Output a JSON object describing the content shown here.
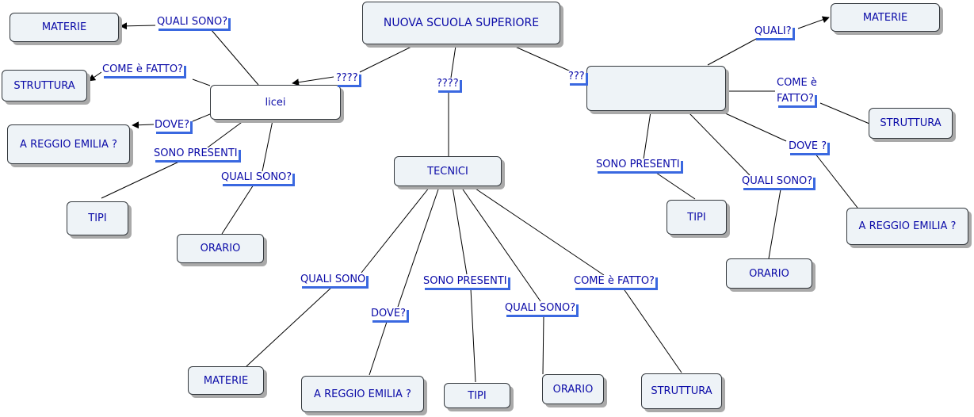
{
  "nodes": {
    "root": "NUOVA SCUOLA SUPERIORE",
    "licei": "licei",
    "tecnici": "TECNICI",
    "third": "",
    "materie_left": "MATERIE",
    "struttura_left": "STRUTTURA",
    "reggio_left": "A REGGIO EMILIA ?",
    "tipi_left": "TIPI",
    "orario_left": "ORARIO",
    "materie_mid": "MATERIE",
    "reggio_mid": "A REGGIO EMILIA ?",
    "tipi_mid": "TIPI",
    "orario_mid": "ORARIO",
    "struttura_mid": "STRUTTURA",
    "materie_right": "MATERIE",
    "struttura_right": "STRUTTURA",
    "tipi_right": "TIPI",
    "reggio_right": "A REGGIO EMILIA ?",
    "orario_right": "ORARIO"
  },
  "links": {
    "root_licei": "????",
    "root_tecnici": "????",
    "root_third": "???",
    "licei_materie": "QUALI SONO?",
    "licei_struttura": "COME è FATTO?",
    "licei_dove": "DOVE?",
    "licei_tipi": "SONO PRESENTI",
    "licei_orario": "QUALI SONO?",
    "tec_materie": "QUALI SONO",
    "tec_dove": "DOVE?",
    "tec_tipi": "SONO PRESENTI",
    "tec_orario": "QUALI SONO?",
    "tec_struttura": "COME è FATTO?",
    "third_materie": "QUALI?",
    "third_struttura_1": "COME è",
    "third_struttura_2": "FATTO?",
    "third_dove": "DOVE ?",
    "third_tipi": "SONO PRESENTI",
    "third_orario": "QUALI SONO?"
  }
}
